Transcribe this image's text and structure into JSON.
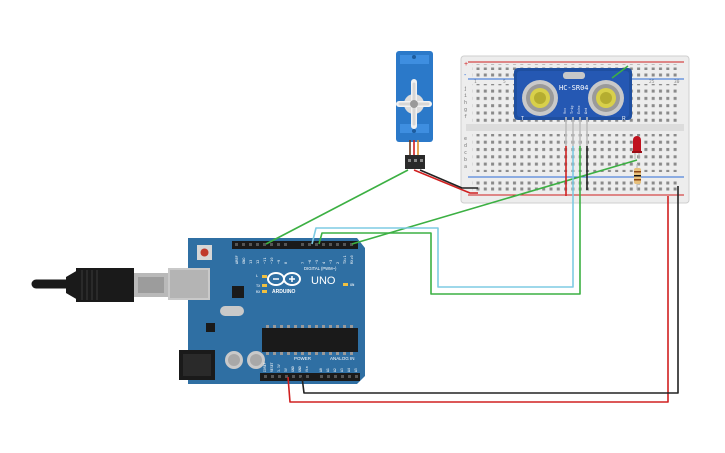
{
  "sensor": {
    "model": "HC-SR04",
    "pin_labels": [
      "Vcc",
      "Trig",
      "Echo",
      "Gnd"
    ],
    "left_mark": "T",
    "right_mark": "R"
  },
  "board": {
    "brand": "ARDUINO",
    "model": "UNO",
    "digital_label": "DIGITAL (PWM~)",
    "power_label": "POWER",
    "analog_label": "ANALOG IN",
    "on_label": "ON",
    "tx_label": "TX",
    "rx_label": "RX",
    "l_label": "L",
    "digital_pins": [
      "AREF",
      "GND",
      "13",
      "12",
      "~11",
      "~10",
      "~9",
      "8",
      "7",
      "~6",
      "~5",
      "4",
      "~3",
      "2",
      "TX▸1",
      "RX◂0"
    ],
    "power_pins": [
      "IOREF",
      "RESET",
      "3.3V",
      "5V",
      "GND",
      "GND",
      "Vin"
    ],
    "analog_pins": [
      "A0",
      "A1",
      "A2",
      "A3",
      "A4",
      "A5"
    ]
  },
  "breadboard": {
    "row_letters_top": [
      "j",
      "i",
      "h",
      "g",
      "f"
    ],
    "row_letters_bottom": [
      "e",
      "d",
      "c",
      "b",
      "a"
    ],
    "column_numbers": [
      "1",
      "5",
      "10",
      "15",
      "20",
      "25",
      "30"
    ],
    "rail_plus": "+",
    "rail_minus": "-"
  },
  "colors": {
    "board": "#2f6fa3",
    "wire_green": "#3cb043",
    "wire_blue": "#7ecbe3",
    "wire_red": "#d02020",
    "wire_black": "#222222",
    "servo": "#2b79c9",
    "led": "#c0121e"
  },
  "icons": [
    "usb-cable-icon",
    "servo-motor-icon",
    "led-icon",
    "resistor-icon",
    "ultrasonic-sensor-icon"
  ]
}
